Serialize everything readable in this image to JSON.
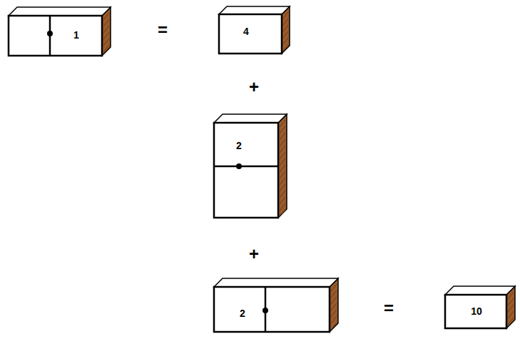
{
  "diagram": {
    "nodes": [
      {
        "text": [
          "1"
        ]
      },
      {
        "text": [
          "4"
        ]
      },
      {
        "text": [
          "2"
        ]
      },
      {
        "text": [
          "2"
        ]
      },
      {
        "text": [
          "10"
        ]
      }
    ],
    "labels": [
      "=",
      "+",
      "+",
      "="
    ]
  }
}
